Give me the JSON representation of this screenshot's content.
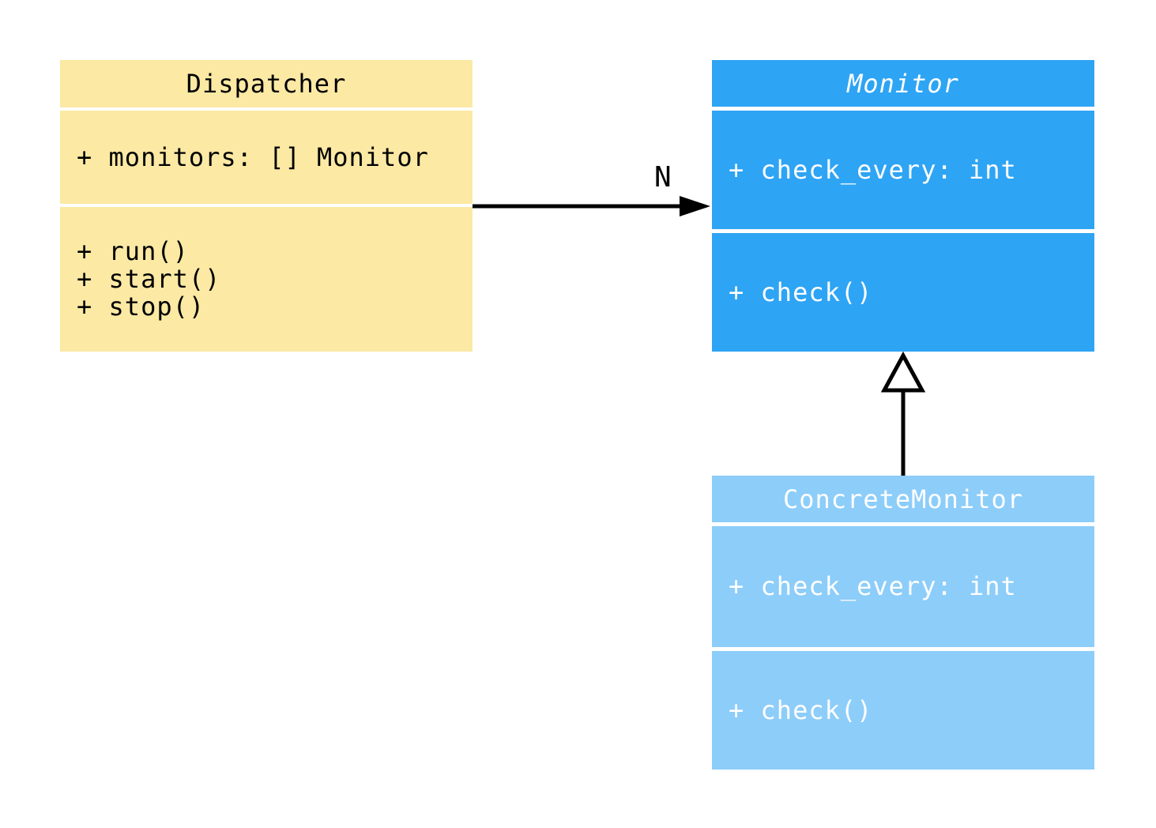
{
  "diagram": {
    "canvas_bg": "#FFFFFF",
    "classes": [
      {
        "id": "dispatcher",
        "title": "Dispatcher",
        "abstract": false,
        "attributes": [
          "+ monitors: [] Monitor"
        ],
        "methods": [
          "+ run()",
          "+ start()",
          "+ stop()"
        ],
        "fill_color": "#FBE9A4",
        "text_color": "#000000"
      },
      {
        "id": "monitor",
        "title": "Monitor",
        "abstract": true,
        "attributes": [
          "+ check_every: int"
        ],
        "methods": [
          "+ check()"
        ],
        "fill_color": "#2EA4F4",
        "text_color": "#FFFFFF"
      },
      {
        "id": "concrete-monitor",
        "title": "ConcreteMonitor",
        "abstract": false,
        "attributes": [
          "+ check_every: int"
        ],
        "methods": [
          "+ check()"
        ],
        "fill_color": "#8DCDF9",
        "text_color": "#FFFFFF"
      }
    ],
    "relationships": [
      {
        "type": "association",
        "from": "Dispatcher",
        "to": "Monitor",
        "label": "N",
        "line_color": "#000000"
      },
      {
        "type": "generalization",
        "from": "ConcreteMonitor",
        "to": "Monitor",
        "label": "",
        "line_color": "#000000"
      }
    ]
  }
}
